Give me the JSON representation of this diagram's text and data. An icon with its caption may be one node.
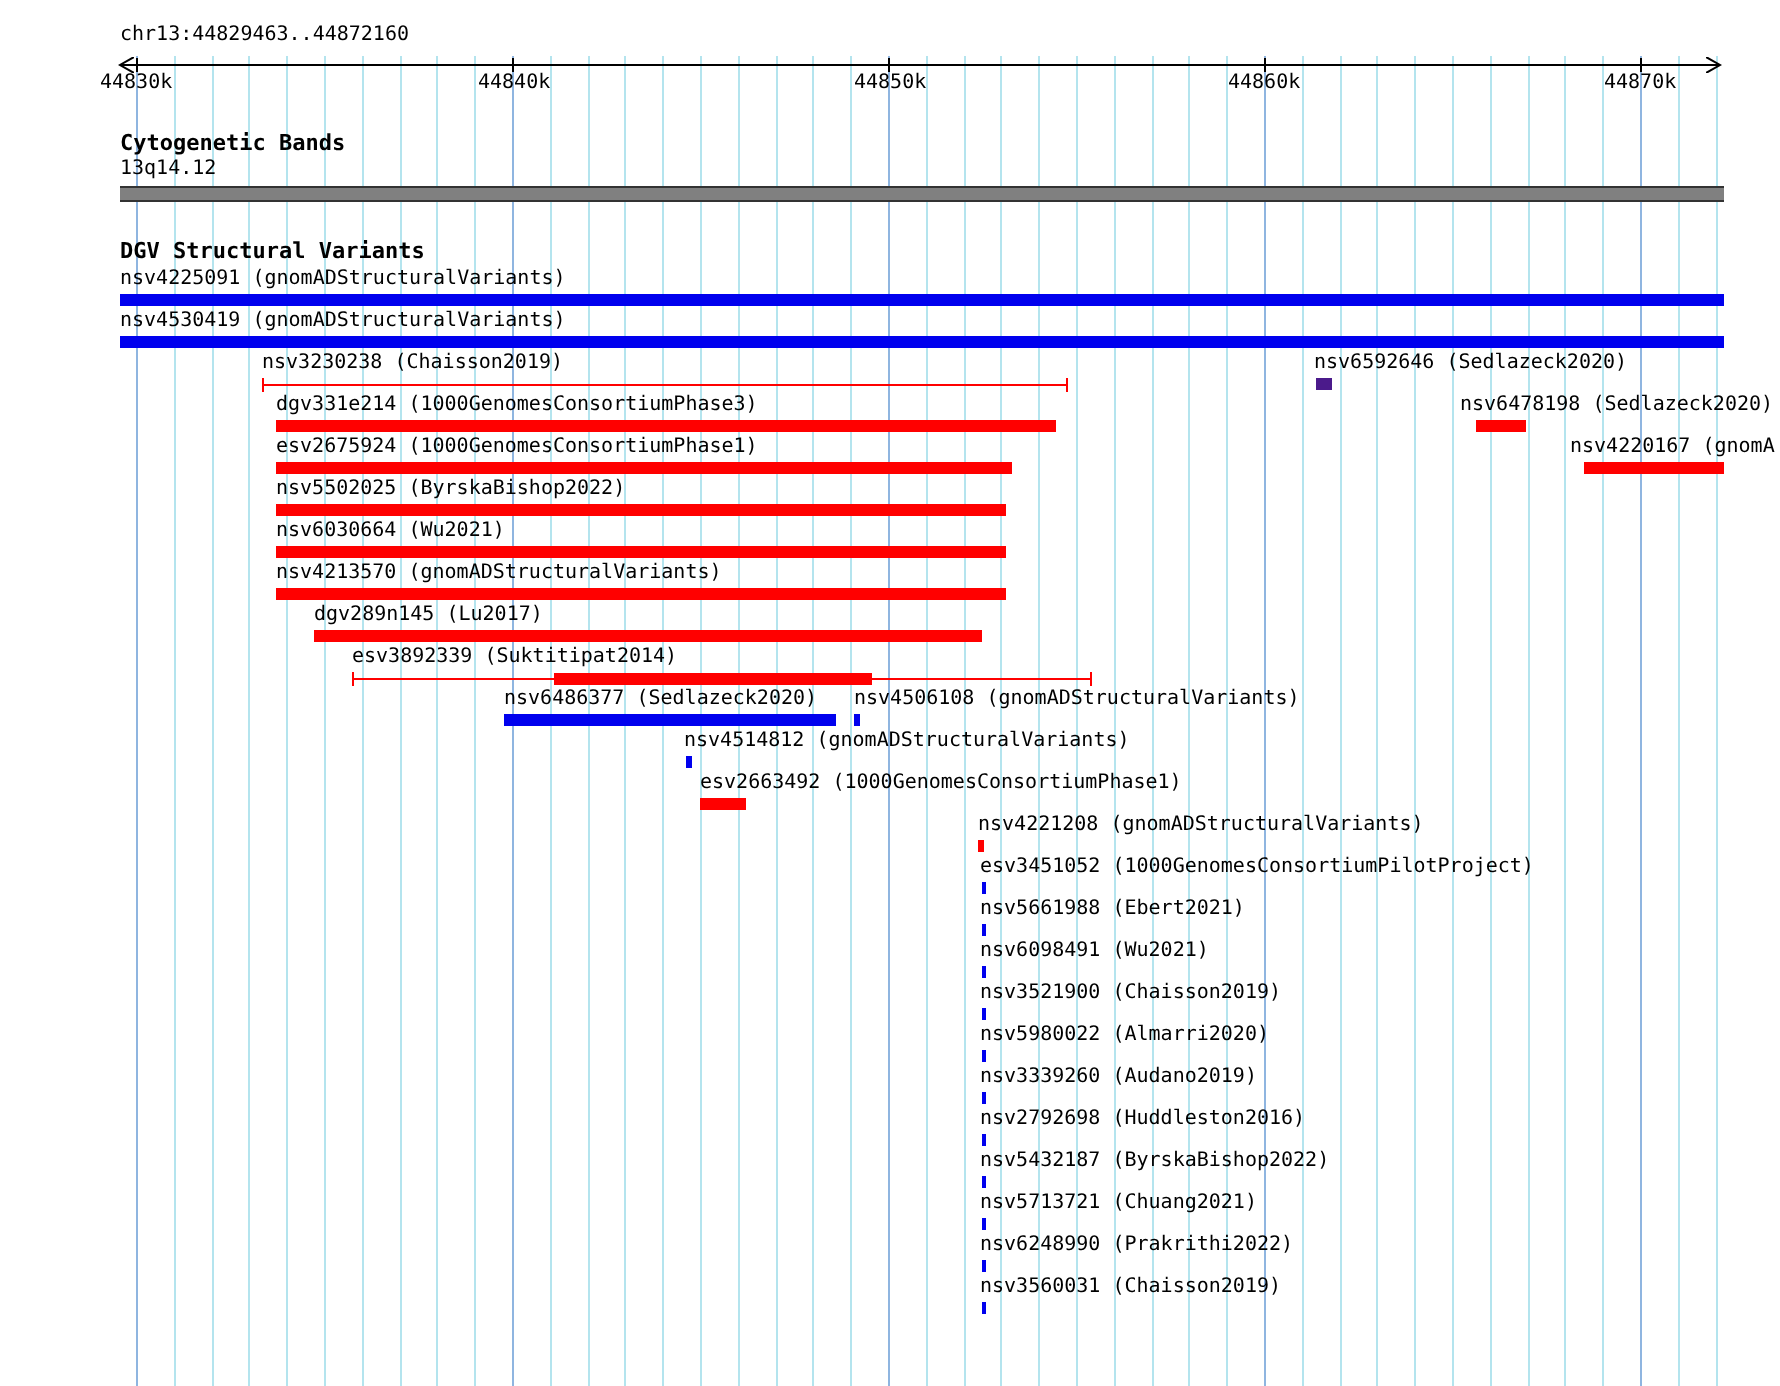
{
  "diagram": {
    "nodes": [
      {
        "text": [],
        "shape": "bar",
        "beside": [
          "13q14.12"
        ]
      },
      {
        "text": [],
        "shape": "bar",
        "beside": [
          "nsv4225091 (gnomADStructuralVariants)"
        ]
      },
      {
        "text": [],
        "shape": "bar",
        "beside": [
          "nsv4530419 (gnomADStructuralVariants)"
        ]
      },
      {
        "text": [],
        "shape": "bar",
        "beside": [
          "nsv3230238 (Chaisson2019)"
        ]
      },
      {
        "text": [],
        "shape": "bar",
        "beside": [
          "nsv6592646 (Sedlazeck2020)"
        ]
      },
      {
        "text": [],
        "shape": "bar",
        "beside": [
          "dgv331e214 (1000GenomesConsortiumPhase3)"
        ]
      },
      {
        "text": [],
        "shape": "bar",
        "beside": [
          "nsv6478198 (Sedlazeck2020)"
        ]
      },
      {
        "text": [],
        "shape": "bar",
        "beside": [
          "esv2675924 (1000GenomesConsortiumPhase1)"
        ]
      },
      {
        "text": [],
        "shape": "bar",
        "beside": [
          "nsv4220167 (gnomA"
        ]
      },
      {
        "text": [],
        "shape": "bar",
        "beside": [
          "nsv5502025 (ByrskaBishop2022)"
        ]
      },
      {
        "text": [],
        "shape": "bar",
        "beside": [
          "nsv6030664 (Wu2021)"
        ]
      },
      {
        "text": [],
        "shape": "bar",
        "beside": [
          "nsv4213570 (gnomADStructuralVariants)"
        ]
      },
      {
        "text": [],
        "shape": "bar",
        "beside": [
          "dgv289n145 (Lu2017)"
        ]
      },
      {
        "text": [],
        "shape": "bar",
        "beside": [
          "esv3892339 (Suktitipat2014)"
        ]
      },
      {
        "text": [],
        "shape": "bar",
        "beside": [
          "nsv6486377 (Sedlazeck2020)"
        ]
      },
      {
        "text": [],
        "shape": "bar",
        "beside": [
          "nsv4506108 (gnomADStructuralVariants)"
        ]
      },
      {
        "text": [],
        "shape": "bar",
        "beside": [
          "nsv4514812 (gnomADStructuralVariants)"
        ]
      },
      {
        "text": [],
        "shape": "bar",
        "beside": [
          "esv2663492 (1000GenomesConsortiumPhase1)"
        ]
      },
      {
        "text": [],
        "shape": "bar",
        "beside": [
          "nsv4221208 (gnomADStructuralVariants)"
        ]
      },
      {
        "text": [],
        "shape": "bar",
        "beside": [
          "esv3451052 (1000GenomesConsortiumPilotProject)"
        ]
      },
      {
        "text": [],
        "shape": "bar",
        "beside": [
          "nsv5661988 (Ebert2021)"
        ]
      },
      {
        "text": [],
        "shape": "bar",
        "beside": [
          "nsv6098491 (Wu2021)"
        ]
      },
      {
        "text": [],
        "shape": "bar",
        "beside": [
          "nsv3521900 (Chaisson2019)"
        ]
      },
      {
        "text": [],
        "shape": "bar",
        "beside": [
          "nsv5980022 (Almarri2020)"
        ]
      },
      {
        "text": [],
        "shape": "bar",
        "beside": [
          "nsv3339260 (Audano2019)"
        ]
      },
      {
        "text": [],
        "shape": "bar",
        "beside": [
          "nsv2792698 (Huddleston2016)"
        ]
      },
      {
        "text": [],
        "shape": "bar",
        "beside": [
          "nsv5432187 (ByrskaBishop2022)"
        ]
      },
      {
        "text": [],
        "shape": "bar",
        "beside": [
          "nsv5713721 (Chuang2021)"
        ]
      },
      {
        "text": [],
        "shape": "bar",
        "beside": [
          "nsv6248990 (Prakrithi2022)"
        ]
      },
      {
        "text": [],
        "shape": "bar",
        "beside": [
          "nsv3560031 (Chaisson2019)"
        ]
      }
    ],
    "labels": [
      "chr13:44829463..44872160",
      "44830k",
      "44840k",
      "44850k",
      "44860k",
      "44870k",
      "Cytogenetic Bands",
      "DGV Structural Variants"
    ]
  }
}
